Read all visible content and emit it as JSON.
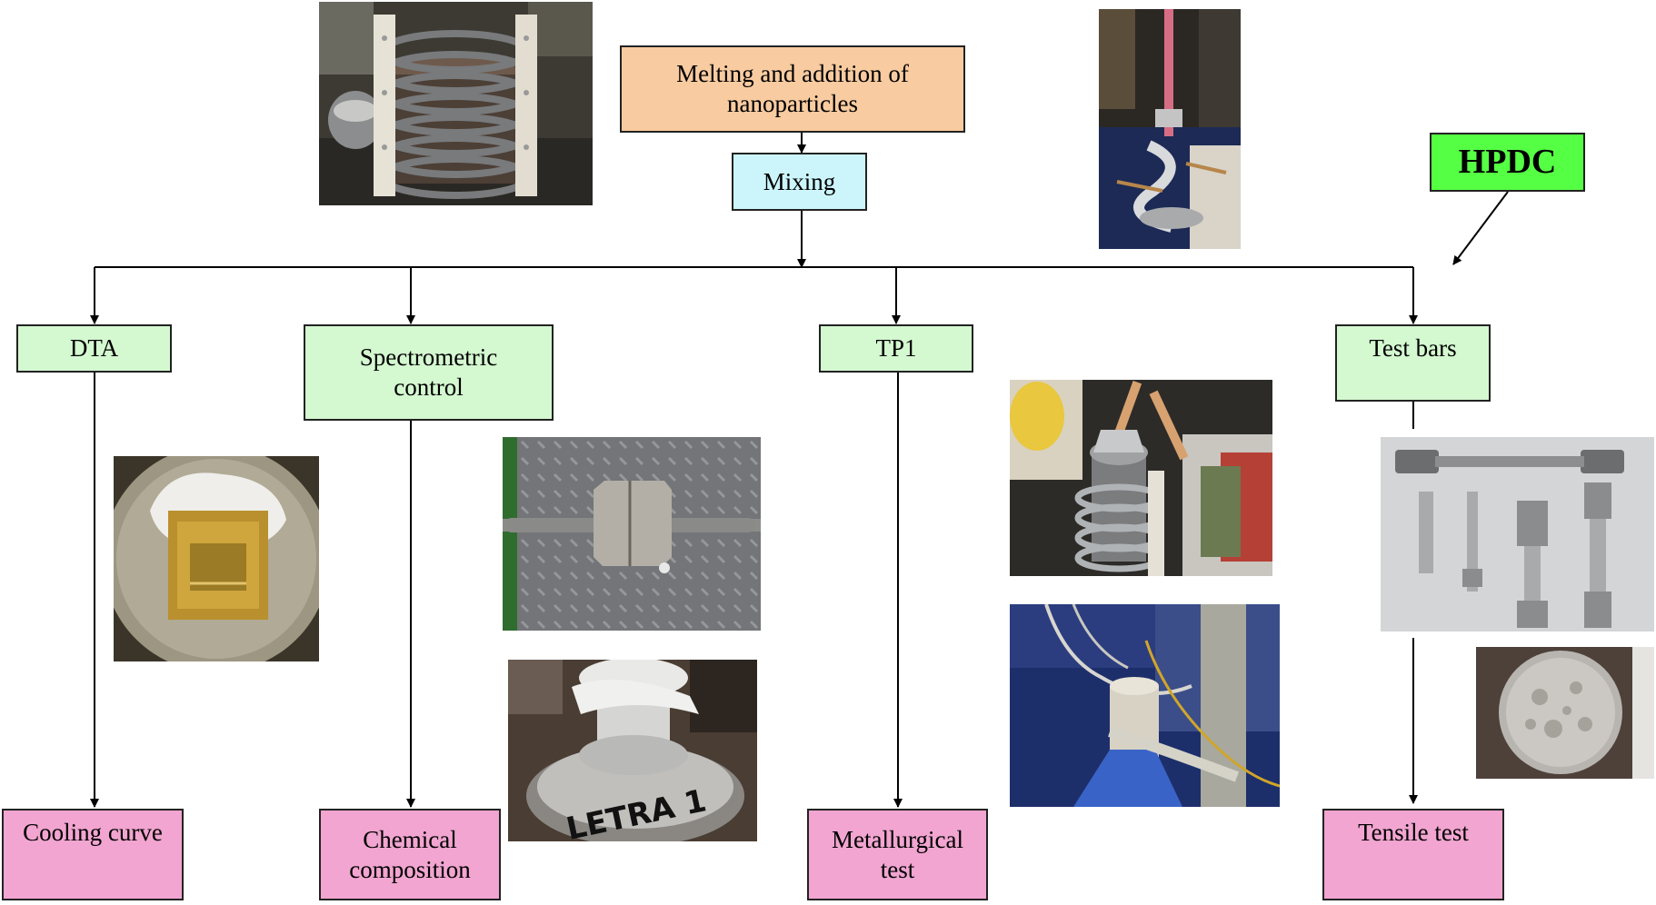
{
  "boxes": {
    "melting": "Melting and addition of\nnanoparticles",
    "mixing": "Mixing",
    "hpdc": "HPDC",
    "dta": "DTA",
    "spectrometric": "Spectrometric\ncontrol",
    "tp1": "TP1",
    "test_bars": "Test bars",
    "cooling_curve": "Cooling curve",
    "chemical_composition": "Chemical\ncomposition",
    "metallurgical_test": "Metallurgical\ntest",
    "tensile_test": "Tensile test"
  },
  "photo_text": {
    "sample_marking": "LETRA 1"
  },
  "colors": {
    "melting_fill": "#f8cba0",
    "mixing_fill": "#ccf5fb",
    "branch_fill": "#d4f8d0",
    "result_fill": "#f1a5d0",
    "hpdc_fill": "#55ff44"
  }
}
